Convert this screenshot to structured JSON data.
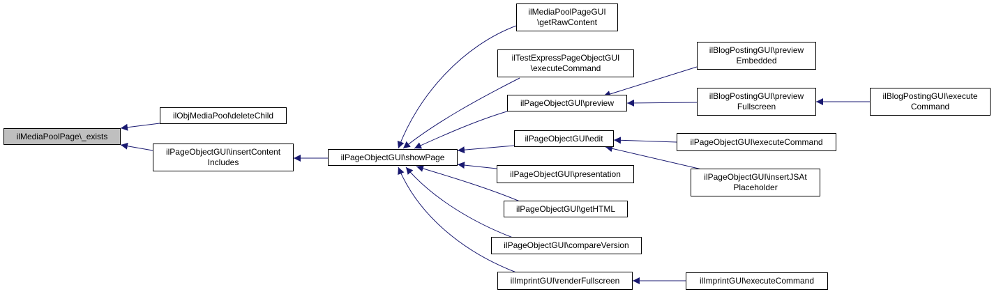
{
  "colors": {
    "edge": "#191970",
    "root_fill": "#bfbfbf",
    "node_fill": "#ffffff",
    "border": "#000000"
  },
  "nodes": {
    "root": {
      "lines": [
        "ilMediaPoolPage\\_exists"
      ]
    },
    "delete_child": {
      "lines": [
        "ilObjMediaPool\\deleteChild"
      ]
    },
    "insert_content_includes": {
      "lines": [
        "ilPageObjectGUI\\insertContent",
        "Includes"
      ]
    },
    "show_page": {
      "lines": [
        "ilPageObjectGUI\\showPage"
      ]
    },
    "get_raw_content": {
      "lines": [
        "ilMediaPoolPageGUI",
        "\\getRawContent"
      ]
    },
    "test_express_execute": {
      "lines": [
        "ilTestExpressPageObjectGUI",
        "\\executeCommand"
      ]
    },
    "preview": {
      "lines": [
        "ilPageObjectGUI\\preview"
      ]
    },
    "edit": {
      "lines": [
        "ilPageObjectGUI\\edit"
      ]
    },
    "presentation": {
      "lines": [
        "ilPageObjectGUI\\presentation"
      ]
    },
    "get_html": {
      "lines": [
        "ilPageObjectGUI\\getHTML"
      ]
    },
    "compare_version": {
      "lines": [
        "ilPageObjectGUI\\compareVersion"
      ]
    },
    "render_fullscreen": {
      "lines": [
        "ilImprintGUI\\renderFullscreen"
      ]
    },
    "blog_preview_embedded": {
      "lines": [
        "ilBlogPostingGUI\\preview",
        "Embedded"
      ]
    },
    "blog_preview_fullscreen": {
      "lines": [
        "ilBlogPostingGUI\\preview",
        "Fullscreen"
      ]
    },
    "blog_execute_command": {
      "lines": [
        "ilBlogPostingGUI\\execute",
        "Command"
      ]
    },
    "page_execute_command": {
      "lines": [
        "ilPageObjectGUI\\executeCommand"
      ]
    },
    "insert_js_placeholder": {
      "lines": [
        "ilPageObjectGUI\\insertJSAt",
        "Placeholder"
      ]
    },
    "imprint_execute_command": {
      "lines": [
        "ilImprintGUI\\executeCommand"
      ]
    }
  },
  "edges": [
    {
      "from": "delete_child",
      "to": "root"
    },
    {
      "from": "insert_content_includes",
      "to": "root"
    },
    {
      "from": "show_page",
      "to": "insert_content_includes"
    },
    {
      "from": "get_raw_content",
      "to": "show_page"
    },
    {
      "from": "test_express_execute",
      "to": "show_page"
    },
    {
      "from": "preview",
      "to": "show_page"
    },
    {
      "from": "edit",
      "to": "show_page"
    },
    {
      "from": "presentation",
      "to": "show_page"
    },
    {
      "from": "get_html",
      "to": "show_page"
    },
    {
      "from": "compare_version",
      "to": "show_page"
    },
    {
      "from": "render_fullscreen",
      "to": "show_page"
    },
    {
      "from": "blog_preview_embedded",
      "to": "preview"
    },
    {
      "from": "blog_preview_fullscreen",
      "to": "preview"
    },
    {
      "from": "blog_execute_command",
      "to": "blog_preview_fullscreen"
    },
    {
      "from": "page_execute_command",
      "to": "edit"
    },
    {
      "from": "insert_js_placeholder",
      "to": "edit"
    },
    {
      "from": "imprint_execute_command",
      "to": "render_fullscreen"
    }
  ]
}
